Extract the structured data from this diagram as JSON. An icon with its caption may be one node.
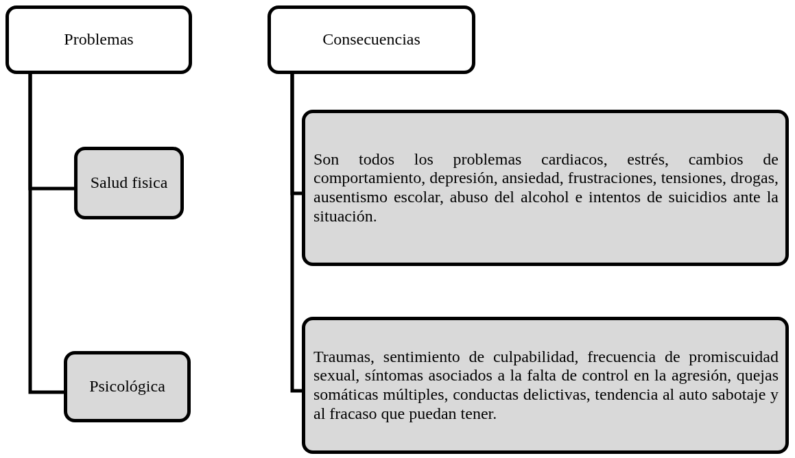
{
  "diagram": {
    "nodes": [
      {
        "text": [
          "Problemas"
        ]
      },
      {
        "text": [
          "Salud fisica"
        ]
      },
      {
        "text": [
          "Psicológica"
        ]
      },
      {
        "text": [
          "Consecuencias"
        ]
      },
      {
        "text": [
          "Son todos los problemas cardiacos, estrés, cambios de comportamiento, depresión, ansiedad, frustraciones, tensiones, drogas, ausentismo escolar, abuso del alcohol e intentos de suicidios ante la situación."
        ]
      },
      {
        "text": [
          "Traumas, sentimiento de culpabilidad, frecuencia de promiscuidad sexual, síntomas asociados a la falta de control en la agresión, quejas somáticas múltiples, conductas delictivas, tendencia al auto sabotaje y al fracaso que puedan tener."
        ]
      }
    ],
    "edges": [
      {
        "from": 0,
        "to": 1,
        "arrow": "none"
      },
      {
        "from": 0,
        "to": 2,
        "arrow": "none"
      },
      {
        "from": 3,
        "to": 4,
        "arrow": "none"
      },
      {
        "from": 3,
        "to": 5,
        "arrow": "none"
      }
    ]
  }
}
